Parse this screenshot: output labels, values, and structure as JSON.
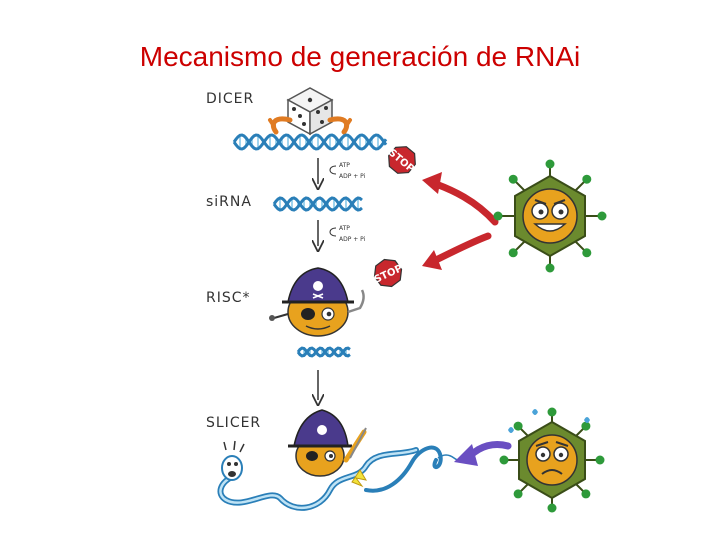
{
  "slide": {
    "title": "Mecanismo de generación de RNAi"
  },
  "diagram": {
    "stages": [
      {
        "label": "DICER"
      },
      {
        "label": "siRNA"
      },
      {
        "label": "RISC*"
      },
      {
        "label": "SLICER"
      }
    ],
    "reactions": [
      {
        "top": "ATP",
        "bottom": "ADP + Pi"
      },
      {
        "top": "ATP",
        "bottom": "ADP + Pi"
      }
    ],
    "stop_signs": [
      {
        "text": "STOP"
      },
      {
        "text": "STOP"
      }
    ],
    "colors": {
      "title": "#cc0000",
      "dna_strand": "#2a7fb8",
      "dna_rung": "#7fc6e8",
      "inhibition_arrow": "#c8272d",
      "virus_body": "#6b8a2e",
      "virus_spike": "#2e9a3a",
      "pirate_hat": "#4a3a8c",
      "slicer_arrow": "#6a4fc2",
      "cell_face": "#e8a21e"
    },
    "icons": [
      "dice-icon",
      "dna-helix-icon",
      "pirate-risc-icon",
      "virus-face-icon",
      "stop-sign-icon",
      "mrna-worm-icon"
    ]
  }
}
